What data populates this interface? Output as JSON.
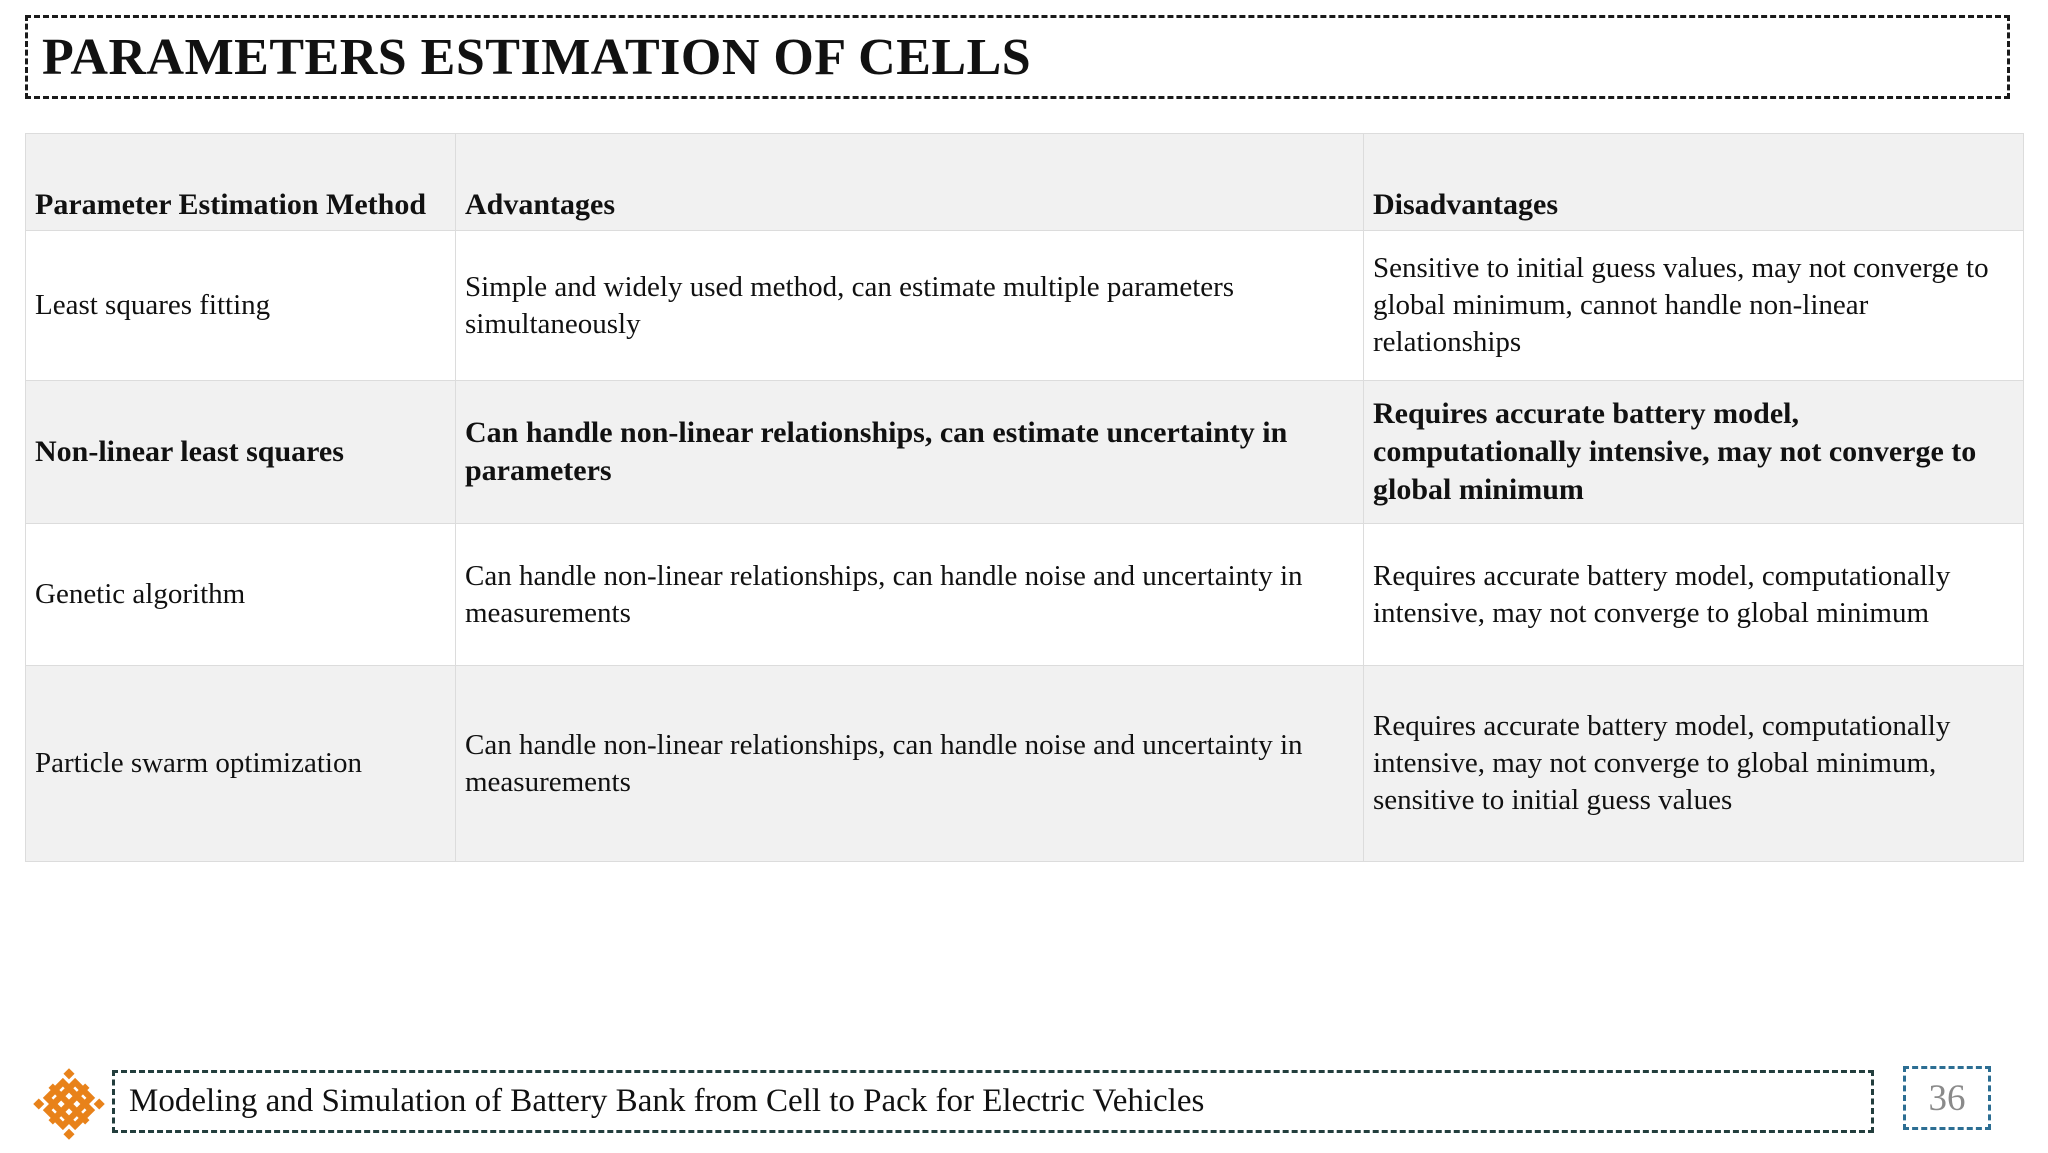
{
  "slide": {
    "title": "PARAMETERS ESTIMATION OF CELLS",
    "table": {
      "headers": [
        "Parameter Estimation Method",
        "Advantages",
        "Disadvantages"
      ],
      "rows": [
        {
          "method": "Least squares fitting",
          "advantages": "Simple and widely used method, can estimate multiple parameters simultaneously",
          "disadvantages": "Sensitive to initial guess values, may not converge to global minimum, cannot handle non-linear relationships",
          "bold": false
        },
        {
          "method": "Non-linear least squares",
          "advantages": "Can handle non-linear relationships, can estimate uncertainty in parameters",
          "disadvantages": "Requires accurate battery model, computationally intensive, may not converge to global minimum",
          "bold": true
        },
        {
          "method": "Genetic algorithm",
          "advantages": "Can handle non-linear relationships, can handle noise and uncertainty in measurements",
          "disadvantages": "Requires accurate battery model, computationally intensive, may not converge to global minimum",
          "bold": false
        },
        {
          "method": "Particle swarm optimization",
          "advantages": "Can handle non-linear relationships, can handle noise and uncertainty in measurements",
          "disadvantages": "Requires accurate battery model, computationally intensive, may not converge to global minimum, sensitive to initial guess values",
          "bold": false
        }
      ]
    },
    "footer": {
      "text": "Modeling and Simulation of Battery Bank from Cell to Pack for Electric Vehicles",
      "page_number": "36",
      "logo_icon": "endless-knot-logo"
    },
    "colors": {
      "header_row_bg": "#f1f1f1",
      "stripe_bg": "#f1f1f1",
      "table_border": "#dcdcdc",
      "title_border": "#1a1a1a",
      "footer_border": "#233e3d",
      "page_border": "#2c6e93",
      "page_number_text": "#8a8a8a",
      "logo_orange": "#e8821a"
    }
  }
}
